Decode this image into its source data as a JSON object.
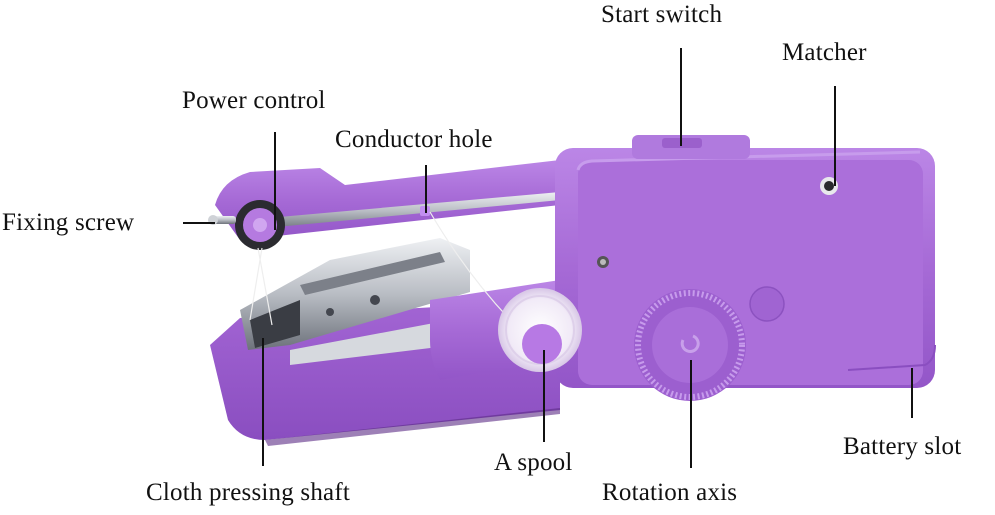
{
  "diagram": {
    "subject": "Handheld sewing machine",
    "colors": {
      "body": "#a66ad6",
      "body_light": "#b985e3",
      "body_dark": "#7f45b3",
      "metal": "#c9ccd2",
      "metal_dark": "#5a5e66",
      "spool_white": "#f4f0f8",
      "leader_line": "#111111",
      "text": "#111111",
      "background": "#ffffff"
    },
    "labels": [
      {
        "id": "start_switch",
        "text": "Start switch"
      },
      {
        "id": "matcher",
        "text": "Matcher"
      },
      {
        "id": "power_control",
        "text": "Power control"
      },
      {
        "id": "conductor_hole",
        "text": "Conductor hole"
      },
      {
        "id": "fixing_screw",
        "text": "Fixing screw"
      },
      {
        "id": "cloth_pressing_shaft",
        "text": "Cloth pressing shaft"
      },
      {
        "id": "a_spool",
        "text": "A spool"
      },
      {
        "id": "rotation_axis",
        "text": "Rotation axis"
      },
      {
        "id": "battery_slot",
        "text": "Battery slot"
      }
    ]
  }
}
